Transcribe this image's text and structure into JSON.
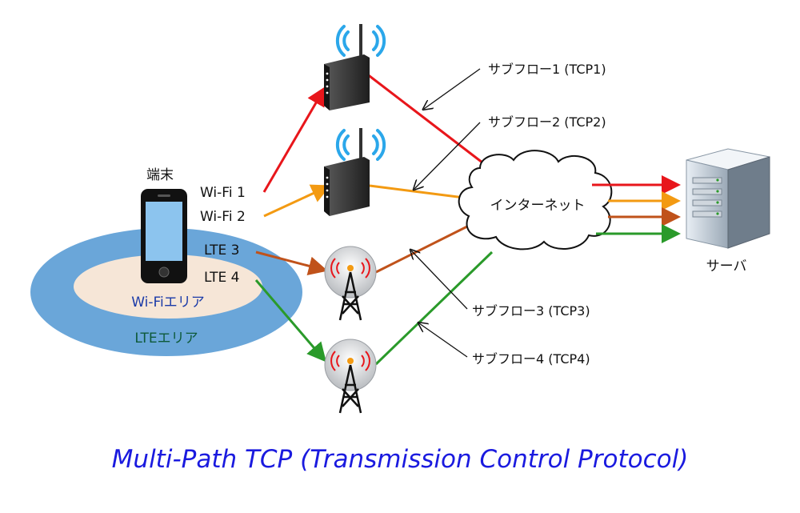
{
  "device": {
    "label": "端末",
    "links": [
      "Wi-Fi 1",
      "Wi-Fi 2",
      "LTE 3",
      "LTE 4"
    ]
  },
  "areas": {
    "wifi": "Wi-Fiエリア",
    "lte": "LTEエリア"
  },
  "internet": {
    "label": "インターネット"
  },
  "server": {
    "label": "サーバ"
  },
  "subflows": [
    "サブフロー1 (TCP1)",
    "サブフロー2 (TCP2)",
    "サブフロー3 (TCP3)",
    "サブフロー4 (TCP4)"
  ],
  "colors": {
    "path1": "#e8161b",
    "path2": "#f39a12",
    "path3": "#c0521a",
    "path4": "#2a9a2a",
    "lte_area": "#6aa6d9",
    "wifi_area": "#f6e6d7",
    "caption": "#1a1adf"
  },
  "icons": [
    "smartphone-icon",
    "wifi-router-icon",
    "cell-tower-icon",
    "cloud-icon",
    "server-icon"
  ],
  "caption": "Multi-Path TCP (Transmission Control Protocol)"
}
